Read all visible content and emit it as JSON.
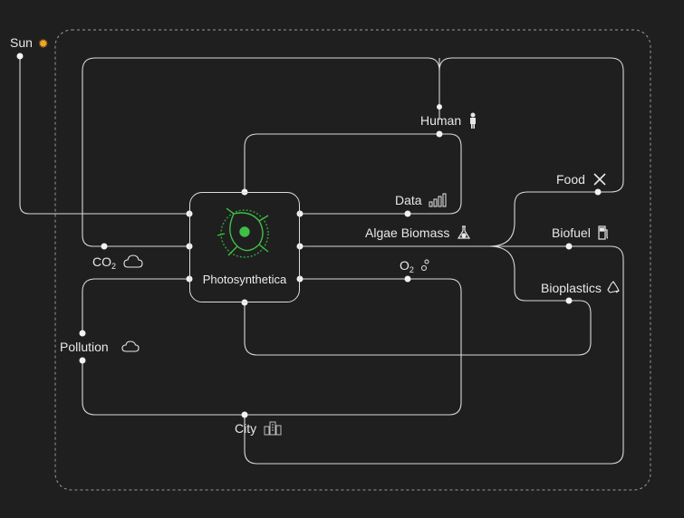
{
  "diagram": {
    "center": {
      "label": "Photosynthetica",
      "logo_icon": "algae-network-logo",
      "accent": "#3fbf45"
    },
    "nodes": {
      "sun": {
        "label": "Sun",
        "icon": "sun-icon",
        "icon_color": "#f5a623"
      },
      "human": {
        "label": "Human",
        "icon": "person-icon"
      },
      "data": {
        "label": "Data",
        "icon": "bar-chart-icon"
      },
      "algae_biomass": {
        "label": "Algae Biomass",
        "icon": "flask-icon"
      },
      "co2": {
        "label": "CO",
        "sub": "2",
        "icon": "co2-cloud-icon"
      },
      "o2": {
        "label": "O",
        "sub": "2",
        "icon": "bubbles-icon"
      },
      "food": {
        "label": "Food",
        "icon": "fork-knife-icon"
      },
      "biofuel": {
        "label": "Biofuel",
        "icon": "fuel-pump-icon"
      },
      "bioplastics": {
        "label": "Bioplastics",
        "icon": "recycle-icon"
      },
      "pollution": {
        "label": "Pollution",
        "icon": "cloud-icon"
      },
      "city": {
        "label": "City",
        "icon": "buildings-icon"
      }
    },
    "colors": {
      "background": "#1f1f1f",
      "line": "#d9d9d9",
      "text": "#e8e8e8"
    }
  }
}
